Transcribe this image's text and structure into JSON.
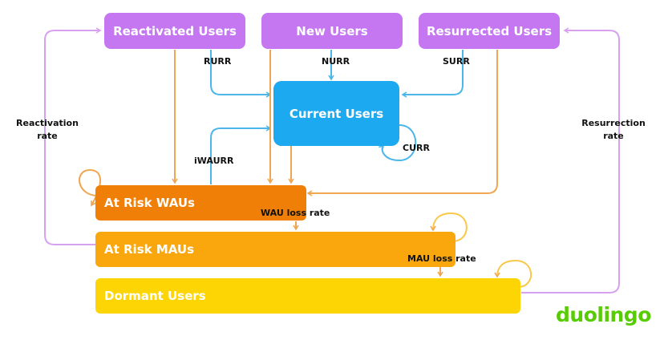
{
  "boxes": {
    "reactivated": "Reactivated Users",
    "new": "New Users",
    "resurrected": "Resurrected Users",
    "current": "Current Users",
    "at_risk_waus": "At Risk WAUs",
    "at_risk_maus": "At Risk MAUs",
    "dormant": "Dormant Users"
  },
  "labels": {
    "rurr": "RURR",
    "nurr": "NURR",
    "surr": "SURR",
    "curr": "CURR",
    "iwaurr": "iWAURR",
    "wau_loss": "WAU loss rate",
    "mau_loss": "MAU loss rate",
    "reactivation_rate_line1": "Reactivation",
    "reactivation_rate_line2": "rate",
    "resurrection_rate_line1": "Resurrection",
    "resurrection_rate_line2": "rate"
  },
  "logo": "duolingo",
  "colors": {
    "purple": "#c477f0",
    "blue": "#1ca9f0",
    "orange_dark": "#f07f08",
    "orange_mid": "#f9a70c",
    "yellow": "#fdd404",
    "arrow_orange": "#f0a550",
    "arrow_blue": "#4cb6ea",
    "arrow_purple": "#d6a2f0",
    "logo_green": "#58cc02"
  }
}
